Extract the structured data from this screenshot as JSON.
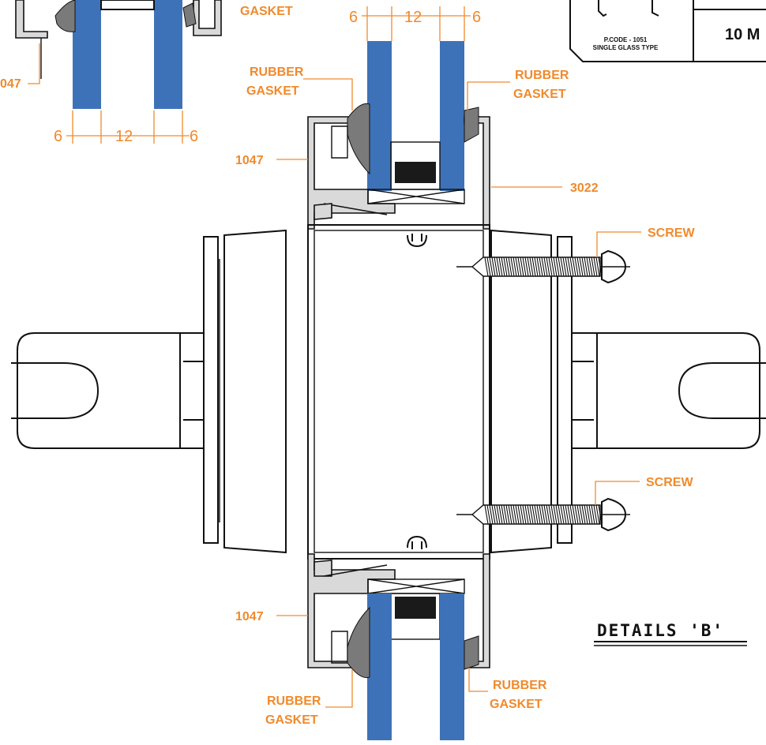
{
  "drawing_title": "DETAILS 'B'",
  "title_block": {
    "product_code": "P.CODE - 1051",
    "product_type": "SINGLE GLASS TYPE",
    "size_fragment": "10 M"
  },
  "dimensions": {
    "glass": "6",
    "gap": "12"
  },
  "labels": {
    "rubber": "RUBBER",
    "gasket": "GASKET",
    "profile_1047": "1047",
    "profile_1047_cropped": "047",
    "profile_3022": "3022",
    "screw": "SCREW"
  },
  "colors": {
    "annotation": "#f08a2c",
    "glass": "#3e72b8",
    "linework": "#111111"
  }
}
